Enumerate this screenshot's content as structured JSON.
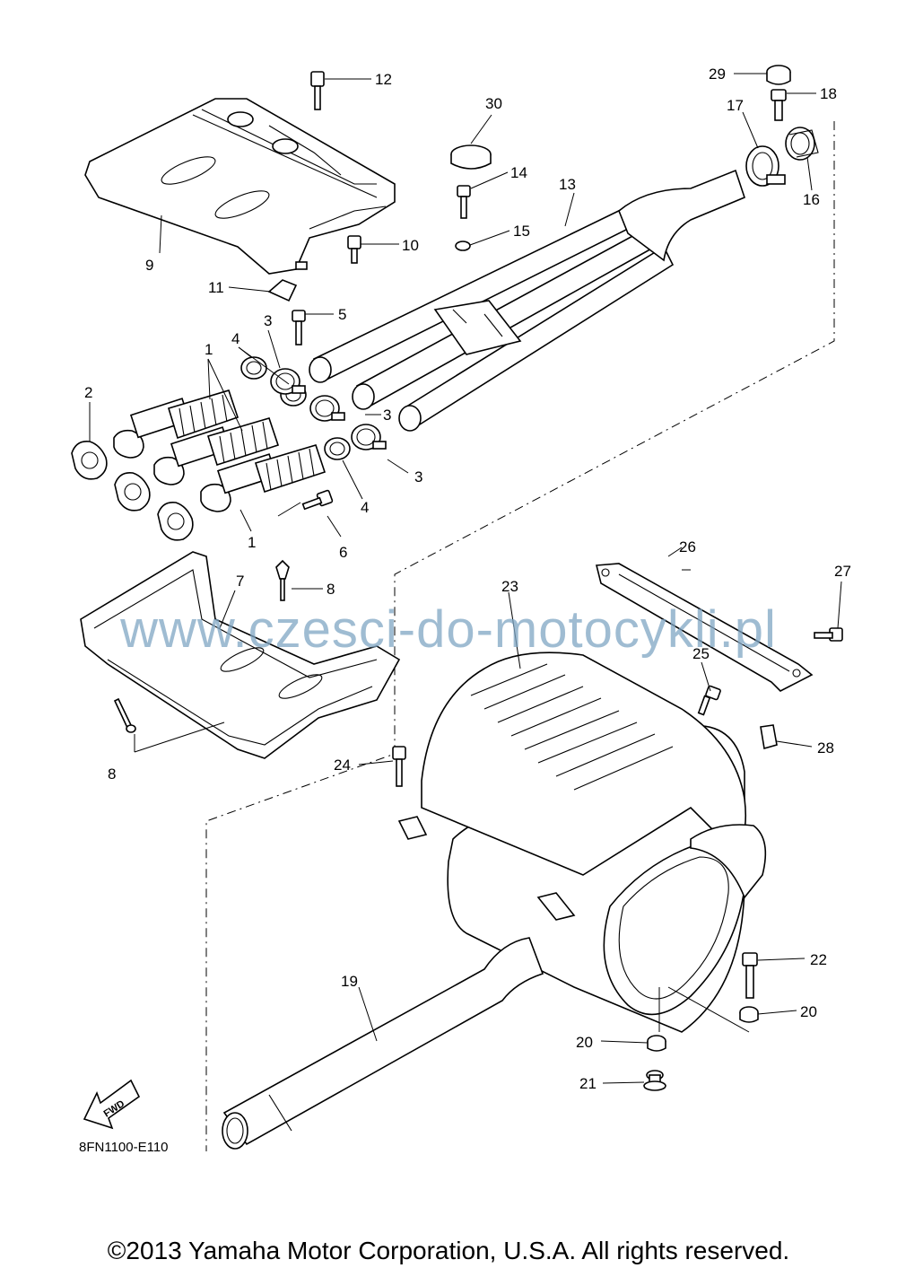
{
  "diagram": {
    "code": "8FN1100-E110",
    "fwd_label": "FWD",
    "watermark": "www.czesci-do-motocykli.pl",
    "copyright": "©2013 Yamaha Motor Corporation, U.S.A. All rights reserved."
  },
  "callouts": {
    "c1a": "1",
    "c1b": "1",
    "c2": "2",
    "c3a": "3",
    "c3b": "3",
    "c3c": "3",
    "c4a": "4",
    "c4b": "4",
    "c5": "5",
    "c6": "6",
    "c7": "7",
    "c8a": "8",
    "c8b": "8",
    "c9": "9",
    "c10": "10",
    "c11": "11",
    "c12": "12",
    "c13": "13",
    "c14": "14",
    "c15": "15",
    "c16": "16",
    "c17": "17",
    "c18": "18",
    "c19": "19",
    "c20a": "20",
    "c20b": "20",
    "c21": "21",
    "c22": "22",
    "c23": "23",
    "c24": "24",
    "c25": "25",
    "c26": "26",
    "c27": "27",
    "c28": "28",
    "c29": "29",
    "c30": "30"
  }
}
